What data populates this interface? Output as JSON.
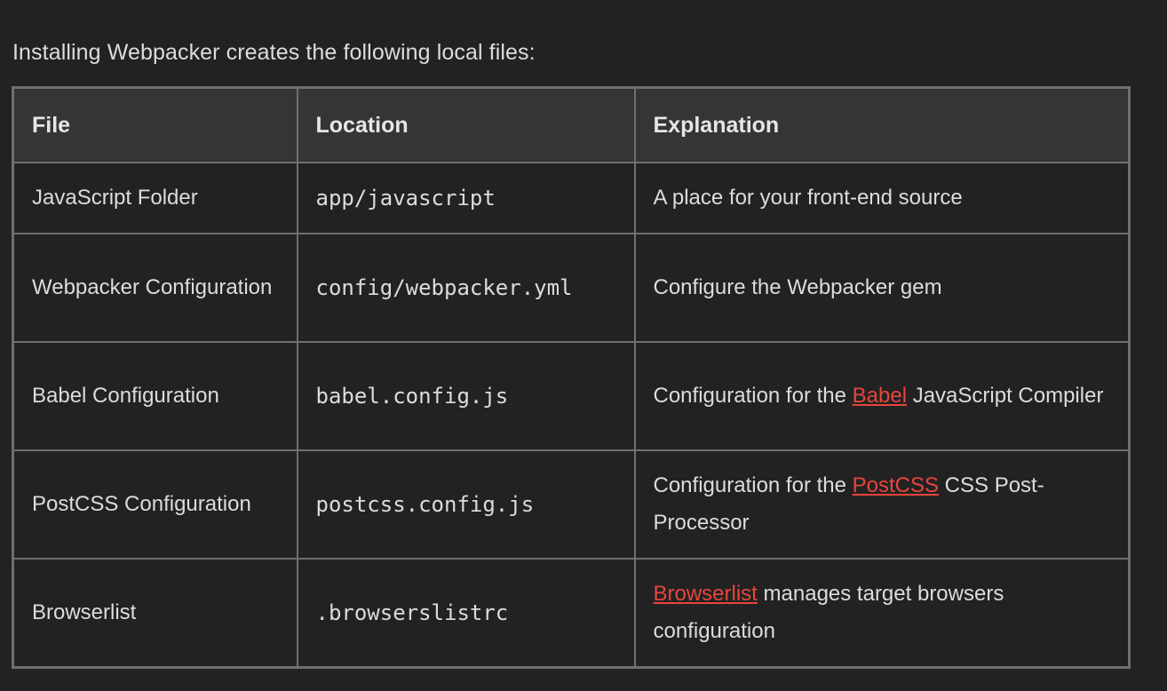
{
  "intro": {
    "text": "Installing Webpacker creates the following local files:"
  },
  "colors": {
    "page_background": "#222222",
    "header_background": "#353535",
    "border": "#6f6f6f",
    "text": "#dcdcdc",
    "link": "#e8453c"
  },
  "table": {
    "name": "webpacker-local-files",
    "headers": {
      "file": "File",
      "location": "Location",
      "explanation": "Explanation"
    },
    "rows": [
      {
        "file": "JavaScript Folder",
        "location": "app/javascript",
        "explanation": {
          "before": "A place for your front-end source",
          "link": "",
          "after": ""
        }
      },
      {
        "file": "Webpacker Configuration",
        "location": "config/webpacker.yml",
        "explanation": {
          "before": "Configure the Webpacker gem",
          "link": "",
          "after": ""
        }
      },
      {
        "file": "Babel Configuration",
        "location": "babel.config.js",
        "explanation": {
          "before": "Configuration for the ",
          "link": "Babel",
          "after": " JavaScript Compiler"
        }
      },
      {
        "file": "PostCSS Configuration",
        "location": "postcss.config.js",
        "explanation": {
          "before": "Configuration for the ",
          "link": "PostCSS",
          "after": " CSS Post-Processor"
        }
      },
      {
        "file": "Browserlist",
        "location": ".browserslistrc",
        "explanation": {
          "before": "",
          "link": "Browserlist",
          "after": " manages target browsers configuration"
        }
      }
    ]
  }
}
